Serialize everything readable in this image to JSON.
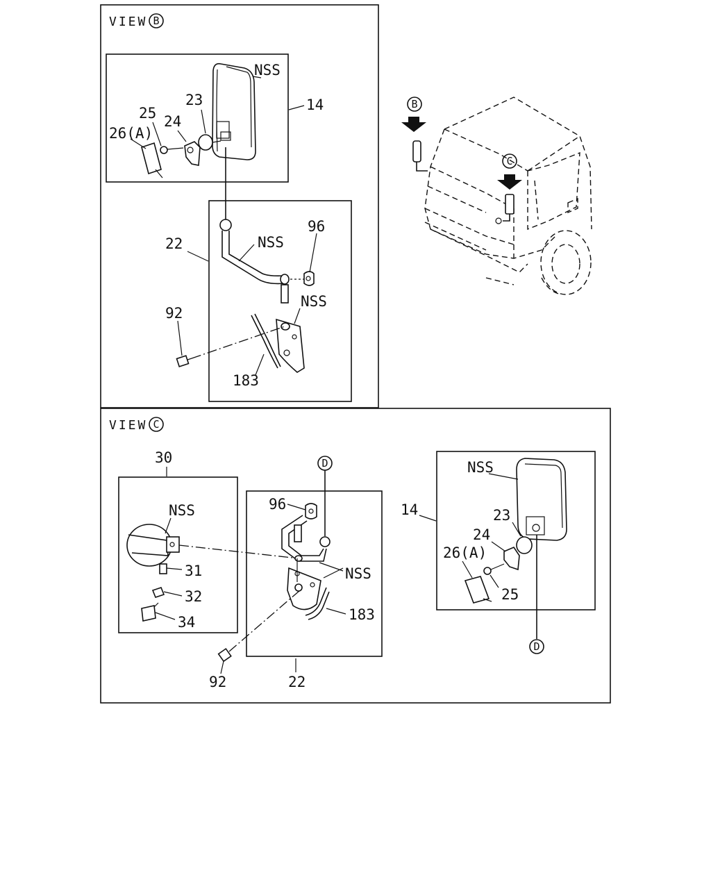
{
  "views": {
    "b": {
      "title": "VIEW",
      "marker": "B"
    },
    "c": {
      "title": "VIEW",
      "marker": "C"
    }
  },
  "truck_markers": {
    "b": "B",
    "c": "C"
  },
  "connector_marker": "D",
  "view_b_labels": {
    "nss_mirror": "NSS",
    "mirror": "14",
    "p23": "23",
    "p25": "25",
    "p24": "24",
    "p26a": "26(A)",
    "stay": "22",
    "nss_stay": "NSS",
    "p96": "96",
    "p92": "92",
    "nss_bracket": "NSS",
    "p183": "183"
  },
  "view_c_labels": {
    "p30": "30",
    "nss_under": "NSS",
    "p31": "31",
    "p32": "32",
    "p34": "34",
    "p96": "96",
    "nss_stay": "NSS",
    "p183": "183",
    "p92": "92",
    "stay": "22",
    "mirror": "14",
    "nss_mirror": "NSS",
    "p23": "23",
    "p24": "24",
    "p26a": "26(A)",
    "p25": "25"
  }
}
